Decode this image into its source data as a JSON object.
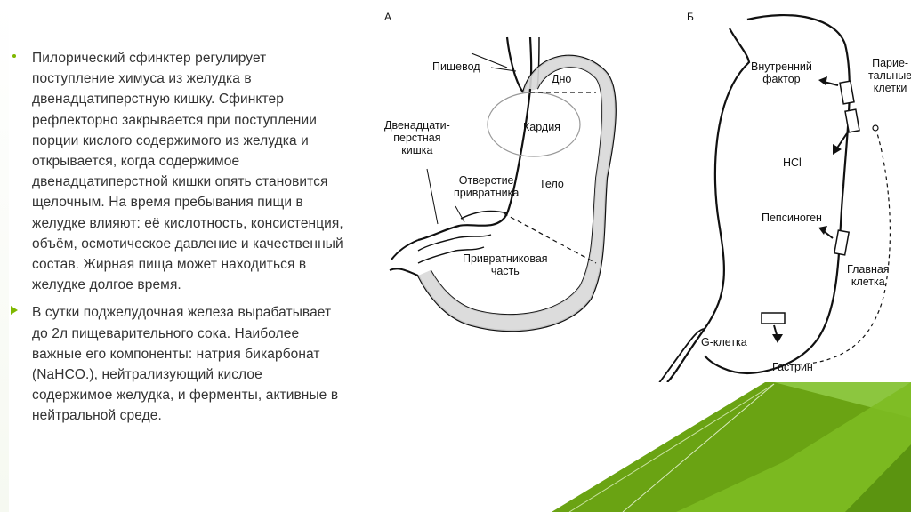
{
  "paragraphs": [
    "Пилорический сфинктер регулирует поступление химуса из желудка в двенадцатиперстную кишку. Сфинктер рефлекторно закрывается при поступлении порции кислого содержимого из желудка и открывается, когда содержимое двенадцатиперстной кишки опять становится щелочным. На время пребывания пищи в желудке влияют: её кислотность, консистенция, объём, осмотическое давление и качественный состав. Жирная пища может находиться в желудке долгое время.",
    "В сутки поджелудочная железа вырабатывает до 2л пищеварительного сока. Наиболее важные его компоненты: натрия бикарбонат (NaHCO.), нейтрализующий кислое содержимое желудка, и ферменты, активные в нейтральной среде."
  ],
  "figure_a": {
    "letter": "А",
    "labels": {
      "esophagus": "Пищевод",
      "fundus": "Дно",
      "cardia": "Кардия",
      "duodenum": "Двенадцати-\nперстная\nкишка",
      "pylorus_opening": "Отверстие\nпривратника",
      "body": "Тело",
      "pyloric_part": "Привратниковая\nчасть"
    }
  },
  "figure_b": {
    "letter": "Б",
    "labels": {
      "intrinsic_factor": "Внутренний\nфактор",
      "parietal_cells": "Парие-\nтальные\nклетки",
      "hcl": "HCl",
      "pepsinogen": "Пепсиноген",
      "chief_cell": "Главная\nклетка",
      "g_cell": "G-клетка",
      "gastrin": "Гастрин"
    }
  },
  "colors": {
    "bullet": "#7fb800",
    "text": "#333333",
    "corner_dark": "#6aa313",
    "corner_light": "#9fd43a"
  }
}
